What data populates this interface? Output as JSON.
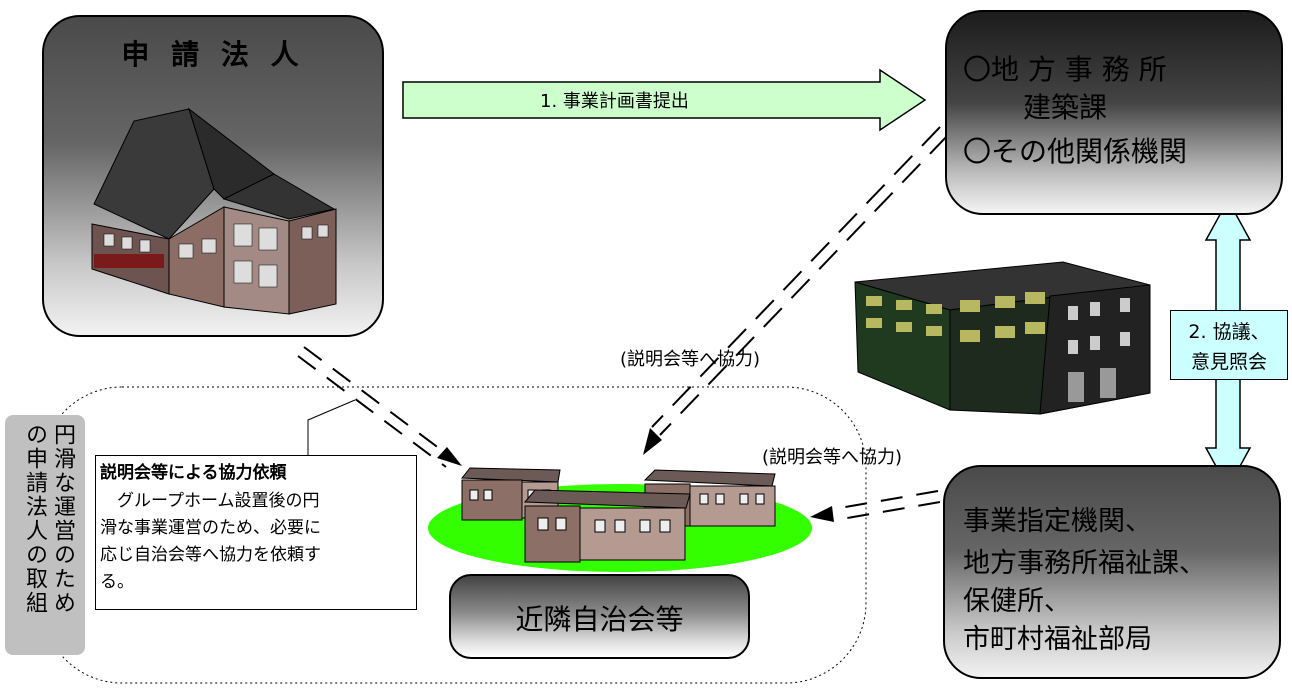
{
  "applicant": {
    "title": "申 請 法 人"
  },
  "office": {
    "line1": "〇地 方 事 務 所",
    "line2": "建築課",
    "line3": "〇その他関係機関"
  },
  "welfare": {
    "line1": "事業指定機関、",
    "line2": "地方事務所福祉課、",
    "line3": "保健所、",
    "line4": "市町村福祉部局"
  },
  "neighborhood": {
    "label": "近隣自治会等"
  },
  "arrows": {
    "submit": "1. 事業計画書提出",
    "consult_line1": "2. 協議、",
    "consult_line2": "意見照会",
    "coop1": "(説明会等へ協力)",
    "coop2": "(説明会等へ協力)"
  },
  "side_label": {
    "col1": "円滑な運営のため",
    "col2": "の申請法人の取組"
  },
  "callout": {
    "title": "説明会等による協力依頼",
    "line1": "　グループホーム設置後の円",
    "line2": "滑な事業運営のため、必要に",
    "line3": "応じ自治会等へ協力を依頼す",
    "line4": "る。"
  },
  "colors": {
    "arrow_green": "#ccffcc",
    "arrow_cyan": "#ccffff",
    "lawn": "#33ff00",
    "side_grey": "#c0c0c0"
  }
}
